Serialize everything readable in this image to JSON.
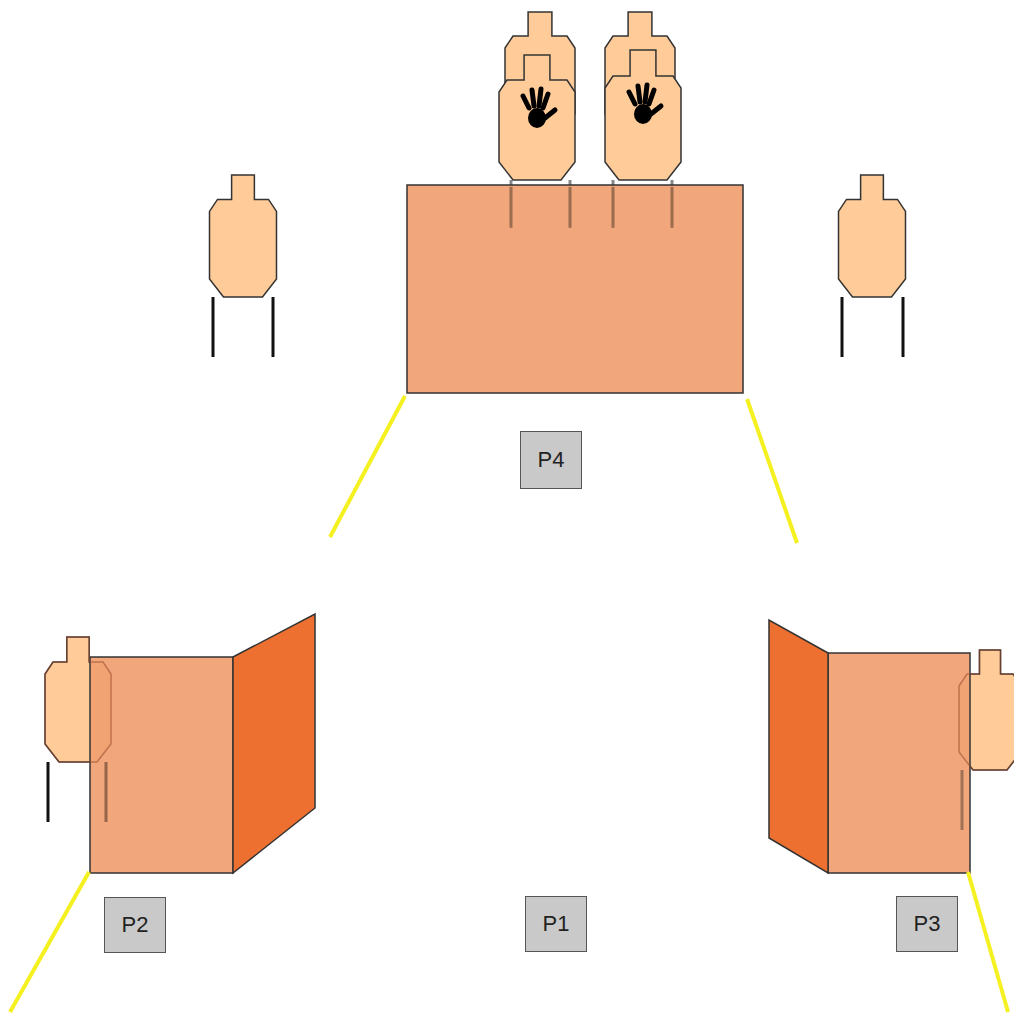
{
  "diagram": {
    "nodes": [
      {
        "text": [
          "P4"
        ]
      },
      {
        "text": [
          "P2"
        ]
      },
      {
        "text": [
          "P1"
        ]
      },
      {
        "text": [
          "P3"
        ]
      }
    ]
  }
}
